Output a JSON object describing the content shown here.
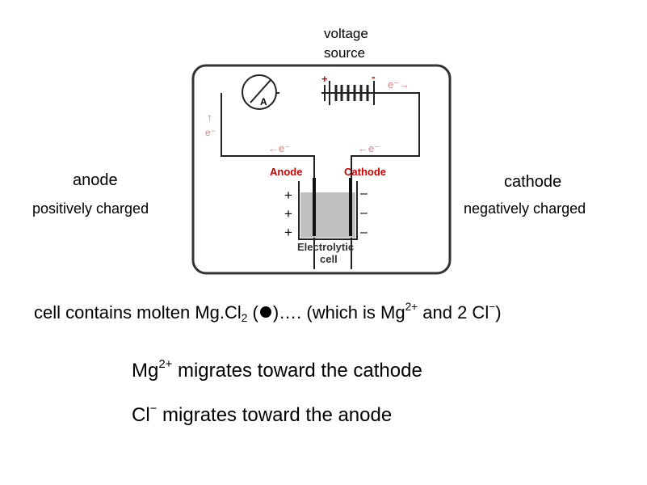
{
  "source_label": {
    "line1": "voltage",
    "line2": "source"
  },
  "left": {
    "title": "anode",
    "subtitle": "positively charged"
  },
  "right": {
    "title": "cathode",
    "subtitle": "negatively charged"
  },
  "diagram": {
    "plus": "+",
    "minus": "-",
    "electron_top": "e⁻→",
    "electron_left": "←e⁻",
    "electron_mid": "←e⁻",
    "electron_side": "e⁻",
    "up_arrow": "↑",
    "ammeter": "A",
    "anode_label": "Anode",
    "cathode_label": "Cathode",
    "anode_charges": "+",
    "cathode_charges": "–",
    "cell_label_1": "Electrolytic",
    "cell_label_2": "cell",
    "accent_color": "#cc0000",
    "frame_color": "#222222",
    "electrolyte_color": "#c0c0c0"
  },
  "line1": {
    "a": "cell contains molten Mg.Cl",
    "sub": "2",
    "b": " (",
    "c": ")…. (which is Mg",
    "sup": "2+",
    "d": " and 2 Cl",
    "sup2": "−",
    "e": ")"
  },
  "line2": {
    "a": "Mg",
    "sup": "2+",
    "b": " migrates toward the cathode"
  },
  "line3": {
    "a": "Cl",
    "sup": "−",
    "b": " migrates toward the anode"
  }
}
